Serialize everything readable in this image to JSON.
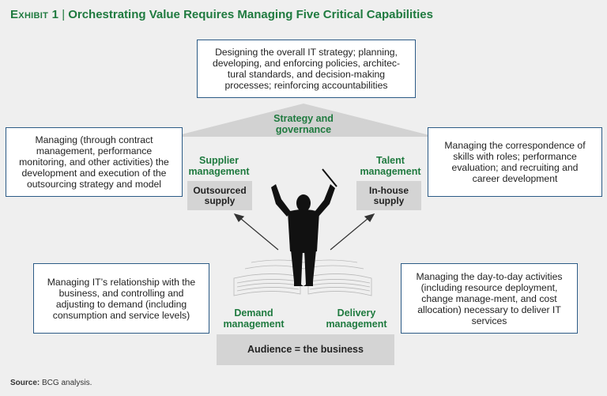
{
  "title": {
    "exhibit": "Exhibit 1",
    "separator": "|",
    "text": "Orchestrating Value Requires Managing Five Critical Capabilities"
  },
  "boxes": {
    "strategy_description": "Designing the overall IT strategy; planning, developing, and enforcing policies, architec-tural standards, and decision-making processes; reinforcing accountabilities",
    "supplier_description": "Managing (through contract management, performance monitoring, and other activities) the development and execution of the outsourcing strategy and model",
    "talent_description": "Managing the correspondence of skills with roles; performance evaluation; and recruiting and career development",
    "demand_description": "Managing IT’s relationship with the business, and controlling and adjusting to demand (including consumption and service levels)",
    "delivery_description": "Managing the day-to-day activities (including resource deployment, change manage-ment, and cost allocation) necessary to deliver IT services"
  },
  "labels": {
    "strategy": "Strategy and governance",
    "supplier": "Supplier management",
    "talent": "Talent management",
    "demand": "Demand management",
    "delivery": "Delivery management"
  },
  "gray_boxes": {
    "outsourced": "Outsourced supply",
    "inhouse": "In-house supply",
    "audience": "Audience = the business"
  },
  "source": {
    "label": "Source:",
    "text": "BCG analysis."
  },
  "colors": {
    "accent_green": "#1f7a3f",
    "box_border": "#2c5b86",
    "gray_fill": "#d4d4d4",
    "background": "#efefef"
  }
}
